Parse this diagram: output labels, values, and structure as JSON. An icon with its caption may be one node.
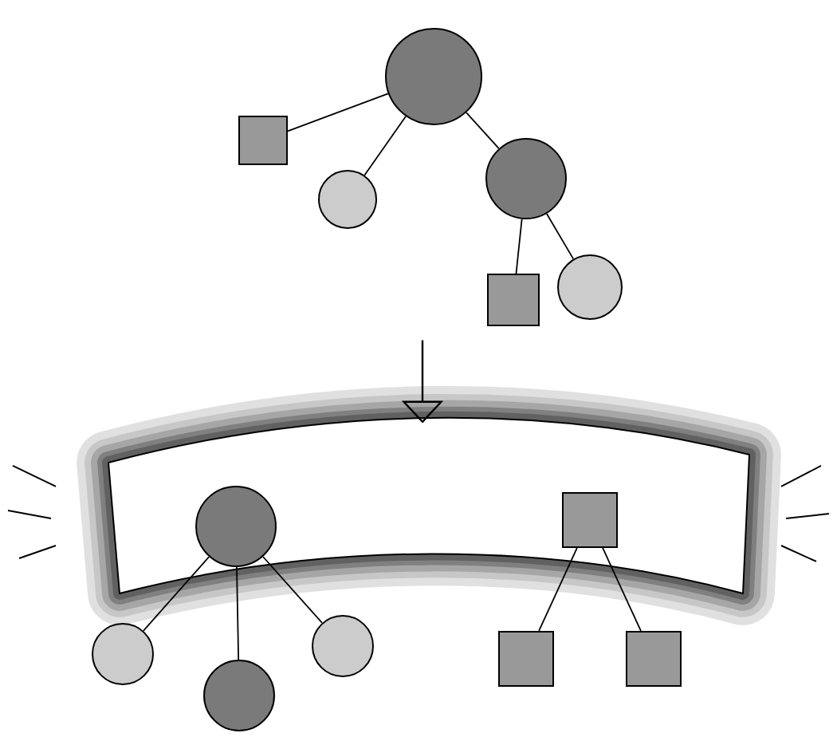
{
  "diagram": {
    "nodes": [
      {
        "text": [],
        "shape": "circle"
      },
      {
        "text": [],
        "shape": "box"
      },
      {
        "text": [],
        "shape": "circle"
      },
      {
        "text": [],
        "shape": "circle"
      },
      {
        "text": [],
        "shape": "box"
      },
      {
        "text": [],
        "shape": "circle"
      },
      {
        "text": [],
        "shape": "box"
      },
      {
        "text": [],
        "shape": "circle",
        "in": 6
      },
      {
        "text": [],
        "shape": "box",
        "in": 6
      },
      {
        "text": [],
        "shape": "circle"
      },
      {
        "text": [],
        "shape": "circle"
      },
      {
        "text": [],
        "shape": "circle"
      },
      {
        "text": [],
        "shape": "box"
      },
      {
        "text": [],
        "shape": "box"
      }
    ],
    "edges": [
      {
        "from": 0,
        "to": 1,
        "arrow": "none"
      },
      {
        "from": 0,
        "to": 2,
        "arrow": "none"
      },
      {
        "from": 0,
        "to": 3,
        "arrow": "none"
      },
      {
        "from": 3,
        "to": 4,
        "arrow": "none"
      },
      {
        "from": 3,
        "to": 5,
        "arrow": "none"
      },
      {
        "from": null,
        "to": 6,
        "arrow": "to"
      },
      {
        "from": 7,
        "to": 9,
        "arrow": "none"
      },
      {
        "from": 7,
        "to": 10,
        "arrow": "none"
      },
      {
        "from": 7,
        "to": 11,
        "arrow": "none"
      },
      {
        "from": 8,
        "to": 12,
        "arrow": "none"
      },
      {
        "from": 8,
        "to": 13,
        "arrow": "none"
      }
    ]
  }
}
